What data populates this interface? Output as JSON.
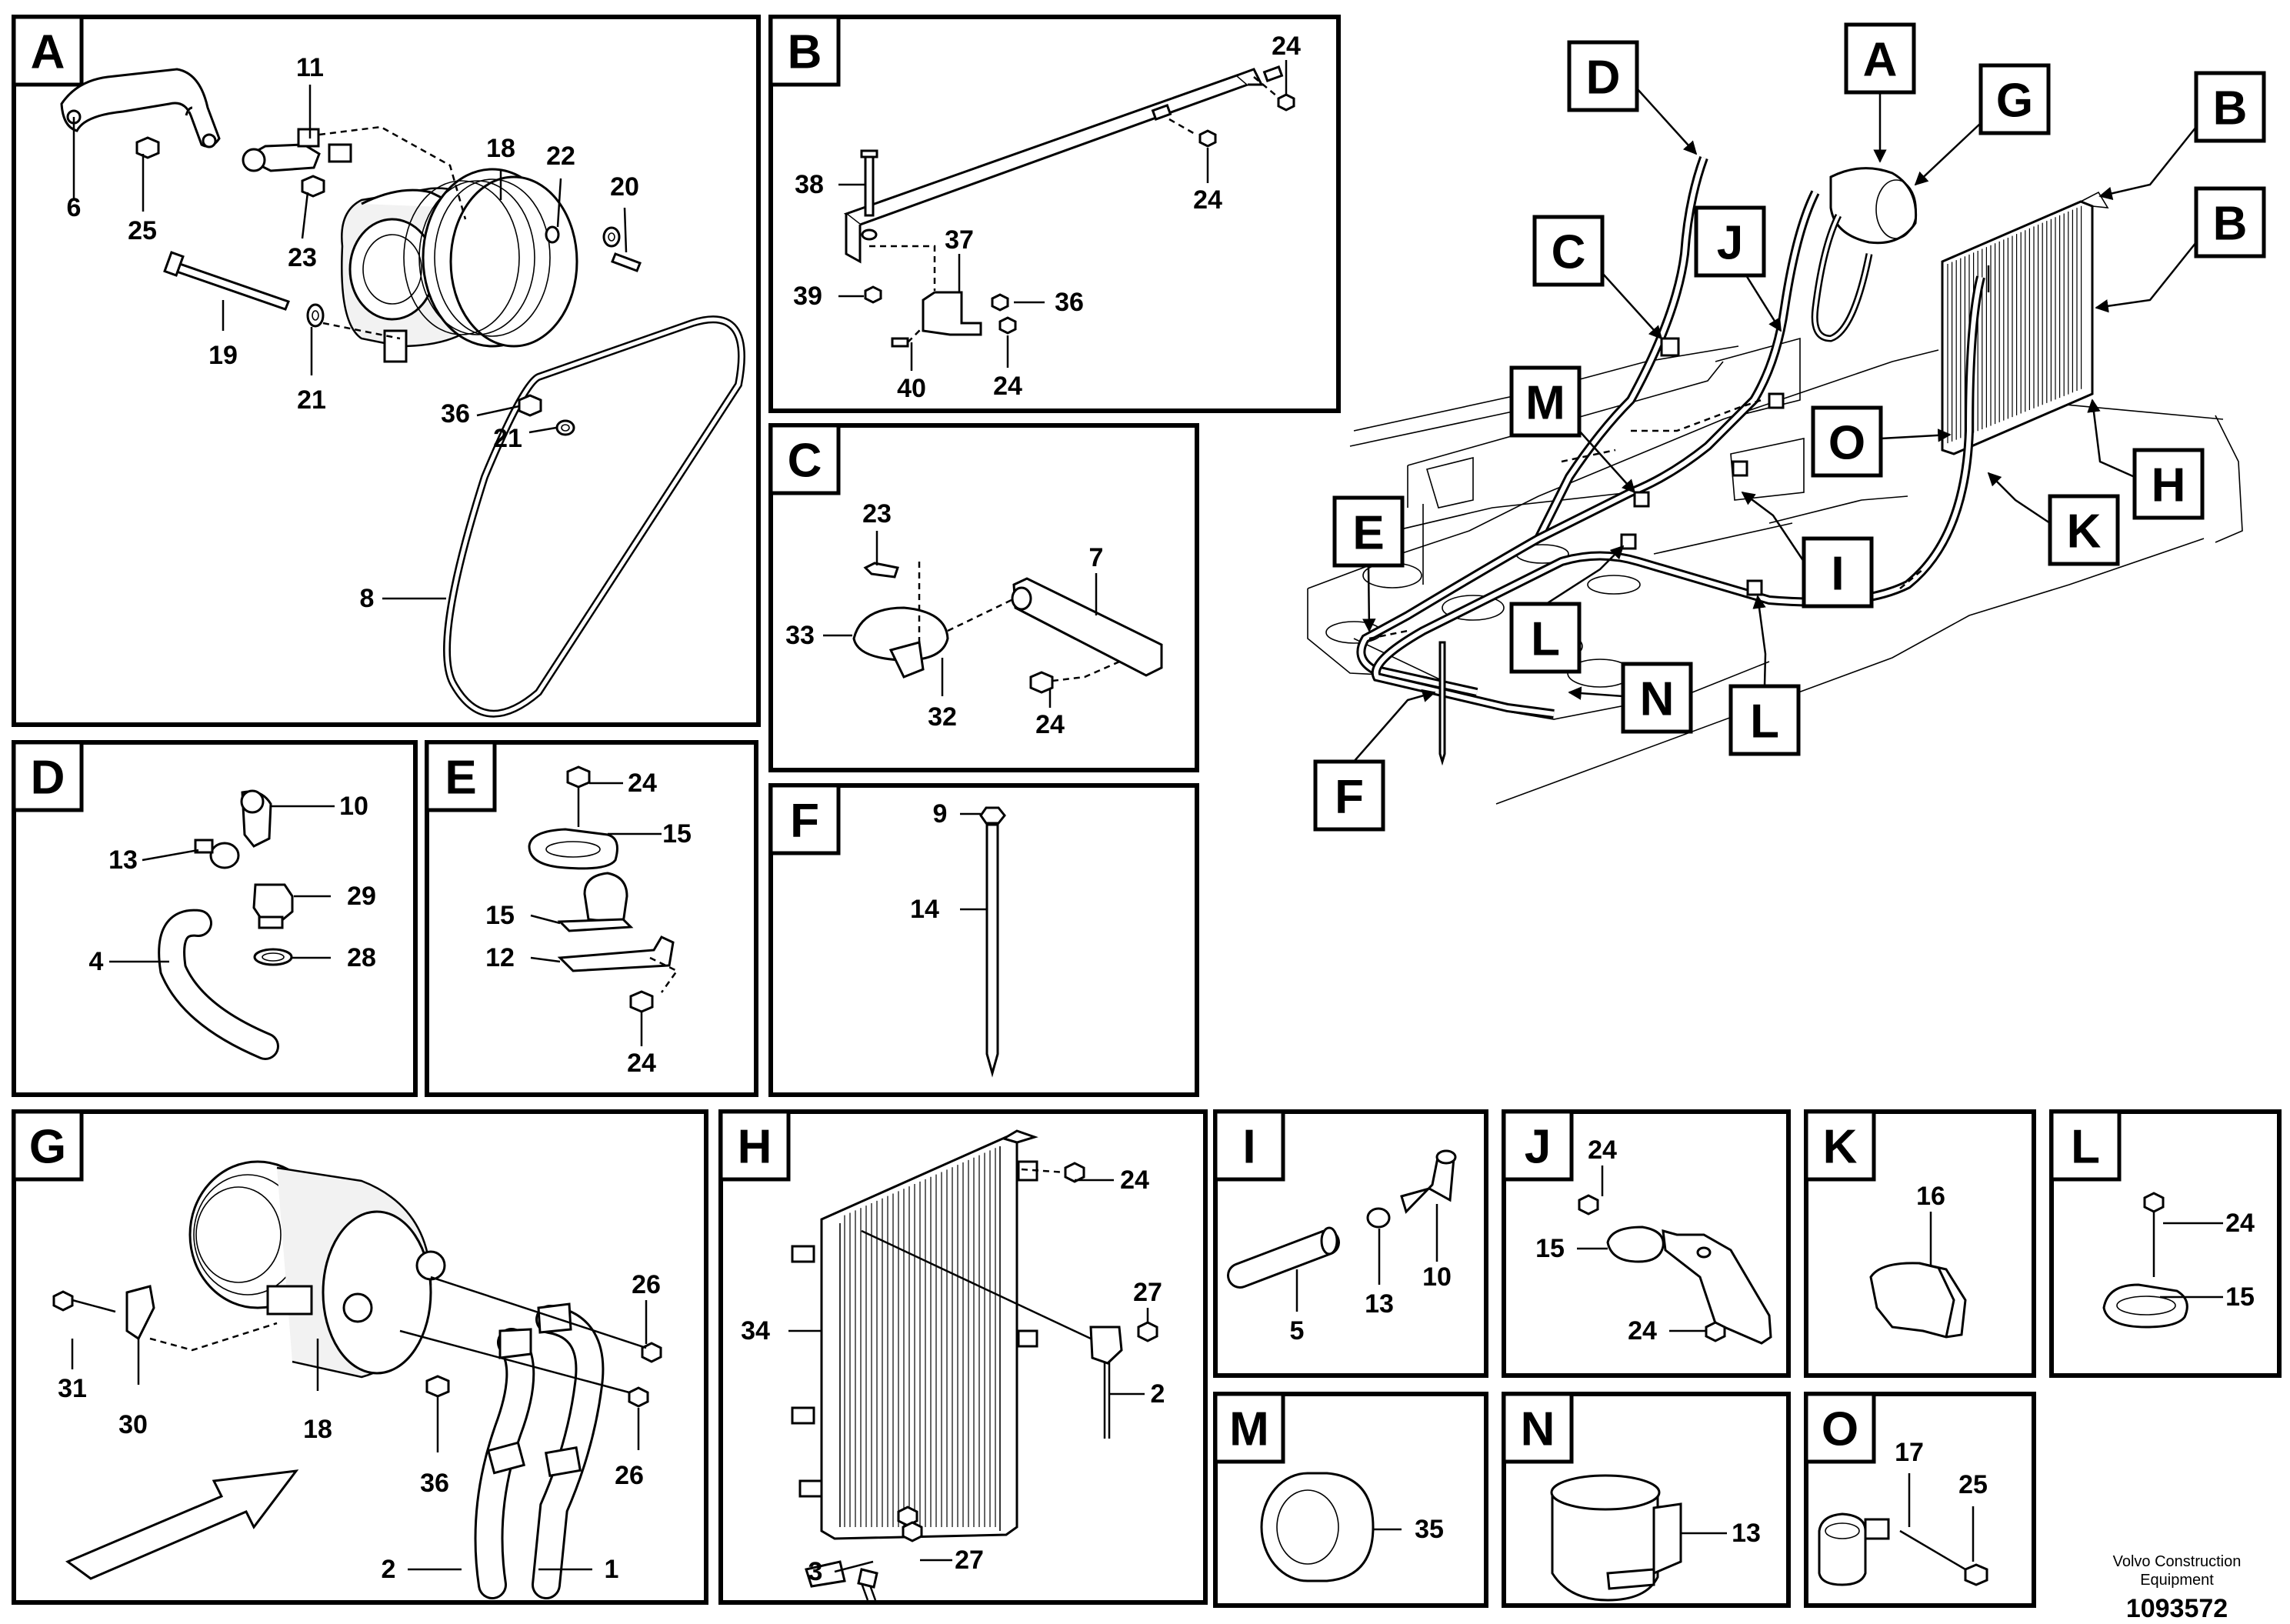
{
  "panels": [
    {
      "id": "A",
      "label": "A",
      "parts": [
        "6",
        "25",
        "11",
        "23",
        "18",
        "22",
        "20",
        "19",
        "21",
        "36",
        "21",
        "8"
      ]
    },
    {
      "id": "B",
      "label": "B",
      "parts": [
        "24",
        "38",
        "24",
        "37",
        "39",
        "36",
        "40",
        "24"
      ]
    },
    {
      "id": "C",
      "label": "C",
      "parts": [
        "23",
        "7",
        "33",
        "32",
        "24"
      ]
    },
    {
      "id": "D",
      "label": "D",
      "parts": [
        "10",
        "13",
        "29",
        "4",
        "28"
      ]
    },
    {
      "id": "E",
      "label": "E",
      "parts": [
        "24",
        "15",
        "15",
        "12",
        "24"
      ]
    },
    {
      "id": "F",
      "label": "F",
      "parts": [
        "9",
        "14"
      ]
    },
    {
      "id": "G",
      "label": "G",
      "parts": [
        "26",
        "31",
        "30",
        "18",
        "36",
        "26",
        "2",
        "1"
      ]
    },
    {
      "id": "H",
      "label": "H",
      "parts": [
        "24",
        "27",
        "34",
        "2",
        "3",
        "27"
      ]
    },
    {
      "id": "I",
      "label": "I",
      "parts": [
        "5",
        "13",
        "10"
      ]
    },
    {
      "id": "J",
      "label": "J",
      "parts": [
        "24",
        "15",
        "24"
      ]
    },
    {
      "id": "K",
      "label": "K",
      "parts": [
        "16"
      ]
    },
    {
      "id": "L",
      "label": "L",
      "parts": [
        "24",
        "15"
      ]
    },
    {
      "id": "M",
      "label": "M",
      "parts": [
        "35"
      ]
    },
    {
      "id": "N",
      "label": "N",
      "parts": [
        "13"
      ]
    },
    {
      "id": "O",
      "label": "O",
      "parts": [
        "17",
        "25"
      ]
    }
  ],
  "overview_callouts": [
    "D",
    "A",
    "G",
    "B",
    "B",
    "C",
    "J",
    "M",
    "O",
    "H",
    "K",
    "E",
    "I",
    "L",
    "N",
    "L",
    "F"
  ],
  "footer": {
    "brand_line1": "Volvo Construction",
    "brand_line2": "Equipment",
    "drawing_number": "1093572"
  }
}
